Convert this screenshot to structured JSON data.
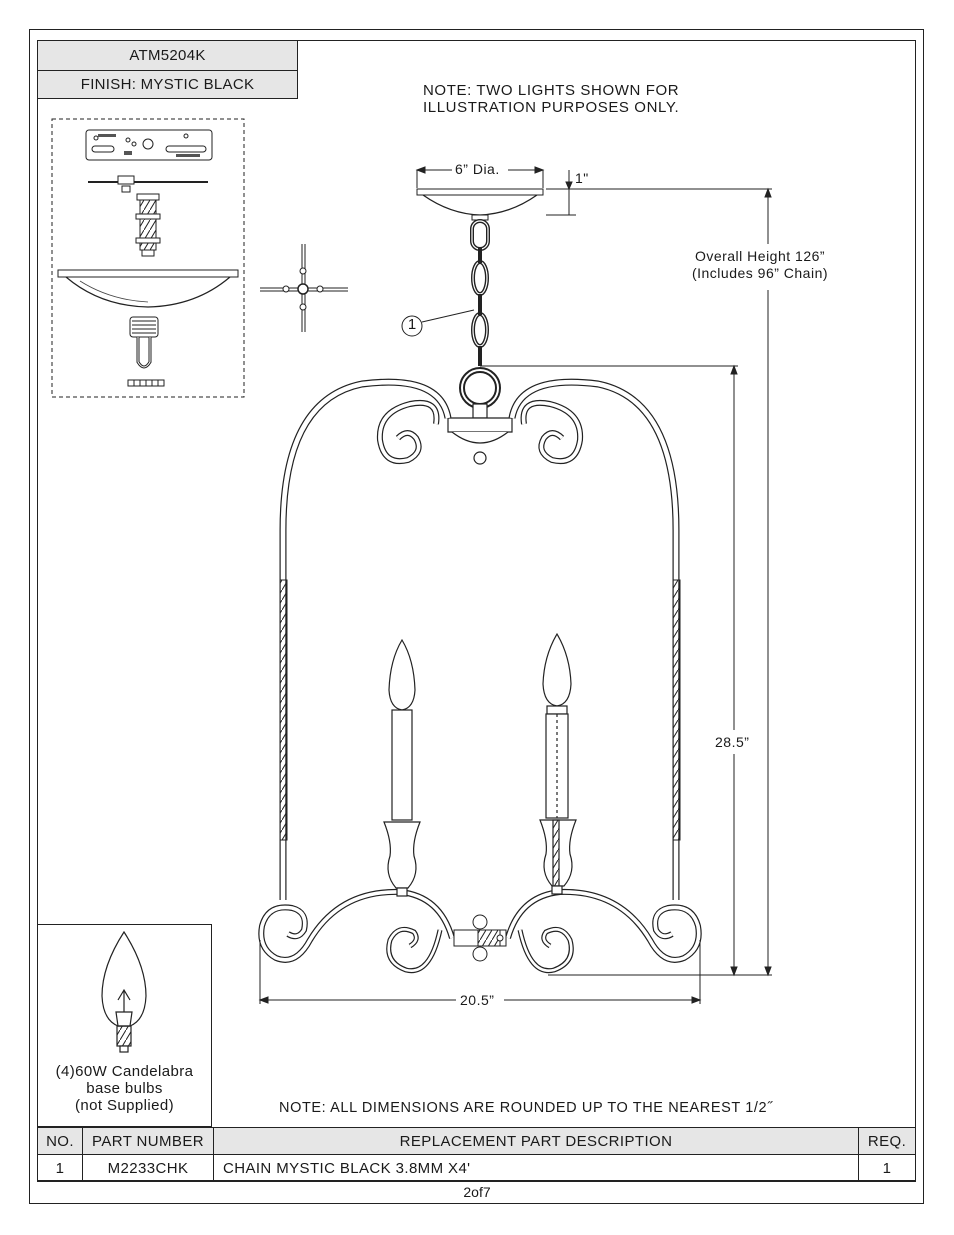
{
  "header": {
    "model": "ATM5204K",
    "finish": "FINISH: MYSTIC BLACK"
  },
  "notes": {
    "illustration_line1": "NOTE:  TWO LIGHTS SHOWN  FOR",
    "illustration_line2": "ILLUSTRATION PURPOSES ONLY.",
    "dimensions": "NOTE:  ALL DIMENSIONS ARE ROUNDED UP TO THE NEAREST  1/2˝"
  },
  "dimensions": {
    "canopy_dia": "6” Dia.",
    "canopy_height": "1\"",
    "overall_line1": "Overall Height 126”",
    "overall_line2": "(Includes 96” Chain)",
    "body_height": "28.5”",
    "width": "20.5”"
  },
  "callout": {
    "number": "1"
  },
  "bulb": {
    "line1": "(4)60W Candelabra",
    "line2": "base bulbs",
    "line3": "(not Supplied)"
  },
  "parts_table": {
    "headers": [
      "NO.",
      "PART NUMBER",
      "REPLACEMENT PART DESCRIPTION",
      "REQ."
    ],
    "rows": [
      [
        "1",
        "M2233CHK",
        "CHAIN MYSTIC BLACK 3.8MM X4'",
        "1"
      ]
    ]
  },
  "page": "2of7"
}
